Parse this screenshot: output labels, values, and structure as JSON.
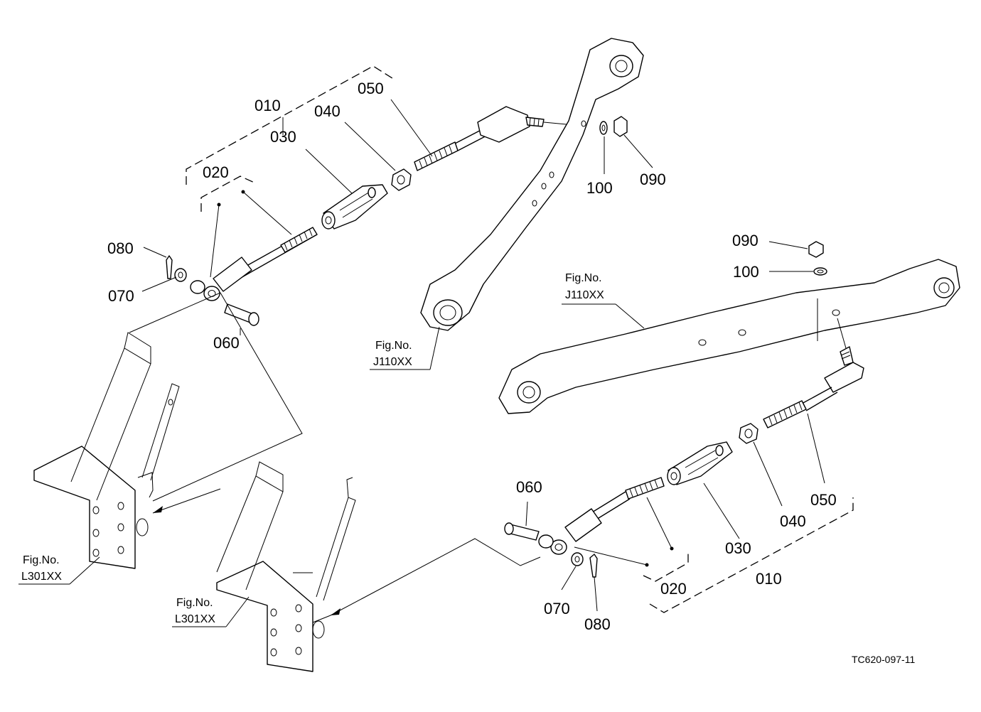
{
  "labels": {
    "p010": "010",
    "p020": "020",
    "p030": "030",
    "p040": "040",
    "p050": "050",
    "p060": "060",
    "p070": "070",
    "p080": "080",
    "p090": "090",
    "p100": "100"
  },
  "figure_refs": {
    "fig_no": "Fig.No.",
    "lower_link": "J110XX",
    "bracket": "L301XX"
  },
  "drawing_code": "TC620-097-11"
}
